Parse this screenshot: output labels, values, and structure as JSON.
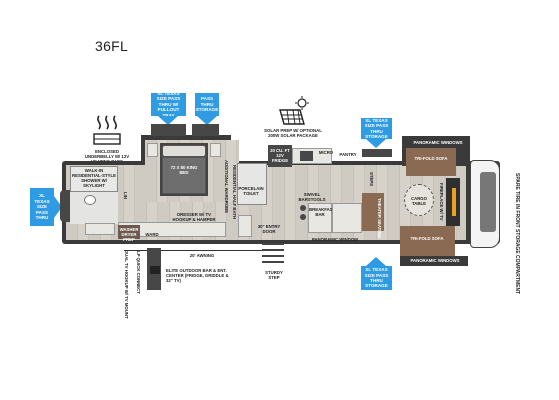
{
  "title": "36FL",
  "callouts": {
    "pullout_tray": "XL TEXAS SIZE PASS THRU W/ PULLOUT TRAY",
    "pass_thru_top": "PASS THRU STORAGE",
    "xl_top_right": "XL TEXAS SIZE PASS THRU STORAGE",
    "xl_bottom": "XL TEXAS SIZE PASS THRU STORAGE",
    "xl_left": "XL TEXAS SIZE PASS THRU"
  },
  "labels": {
    "underbelly": "ENCLOSED UNDERBELLY W/ 12V HEATING PADS",
    "solar": "SOLAR PREP W/ OPTIONAL 200W SOLAR PACKAGE",
    "walk_in_shower": "WALK-IN RESIDENTIAL-STYLE SHOWER W/ SKYLIGHT",
    "king_bed": "72 X 80 KING BED",
    "closet": "ADDITIONAL WARDROBE",
    "half_bath": "RESIDENTIAL HALF BATH",
    "fridge": "20 CU. FT 12V FRIDGE",
    "micro": "MICRO",
    "pantry": "PANTRY",
    "panoramic_top": "PANORAMIC WINDOWS",
    "panoramic_bottom": "PANORAMIC WINDOWS",
    "porcelain": "PORCELAIN TOILET",
    "swivel": "SWIVEL BARSTOOLS",
    "breakfast_bar": "BREAKFAST BAR",
    "entry_door": "30\" ENTRY DOOR",
    "dresser": "DRESSER W/ TV HOOKUP & HAMPER",
    "washer": "WASHER DRYER PREP",
    "ward": "WARD",
    "lin": "LIN",
    "awning": "20' AWNING",
    "steps": "STEPS",
    "theater": "THEATER SEATING",
    "trifold_top": "TRI-FOLD SOFA",
    "trifold_bottom": "TRI-FOLD SOFA",
    "panoramic_window_side": "PANORAMIC WINDOW",
    "fireplace": "FIREPLACE W/ TV",
    "table": "CARGO TABLE",
    "spare_tire": "SPARE TIRE IN FRONT STORAGE COMPARTMENT",
    "sturdy_step": "STURDY STEP",
    "outdoor_kitchen": "ELITE OUTDOOR BAR & ENT. CENTER (FRIDGE, GRIDDLE & 32\" TV)",
    "lp_quick": "LP QUICK CONNECT",
    "dual_tv": "DUAL TV HOOKUP W/ TV MOUNT"
  }
}
